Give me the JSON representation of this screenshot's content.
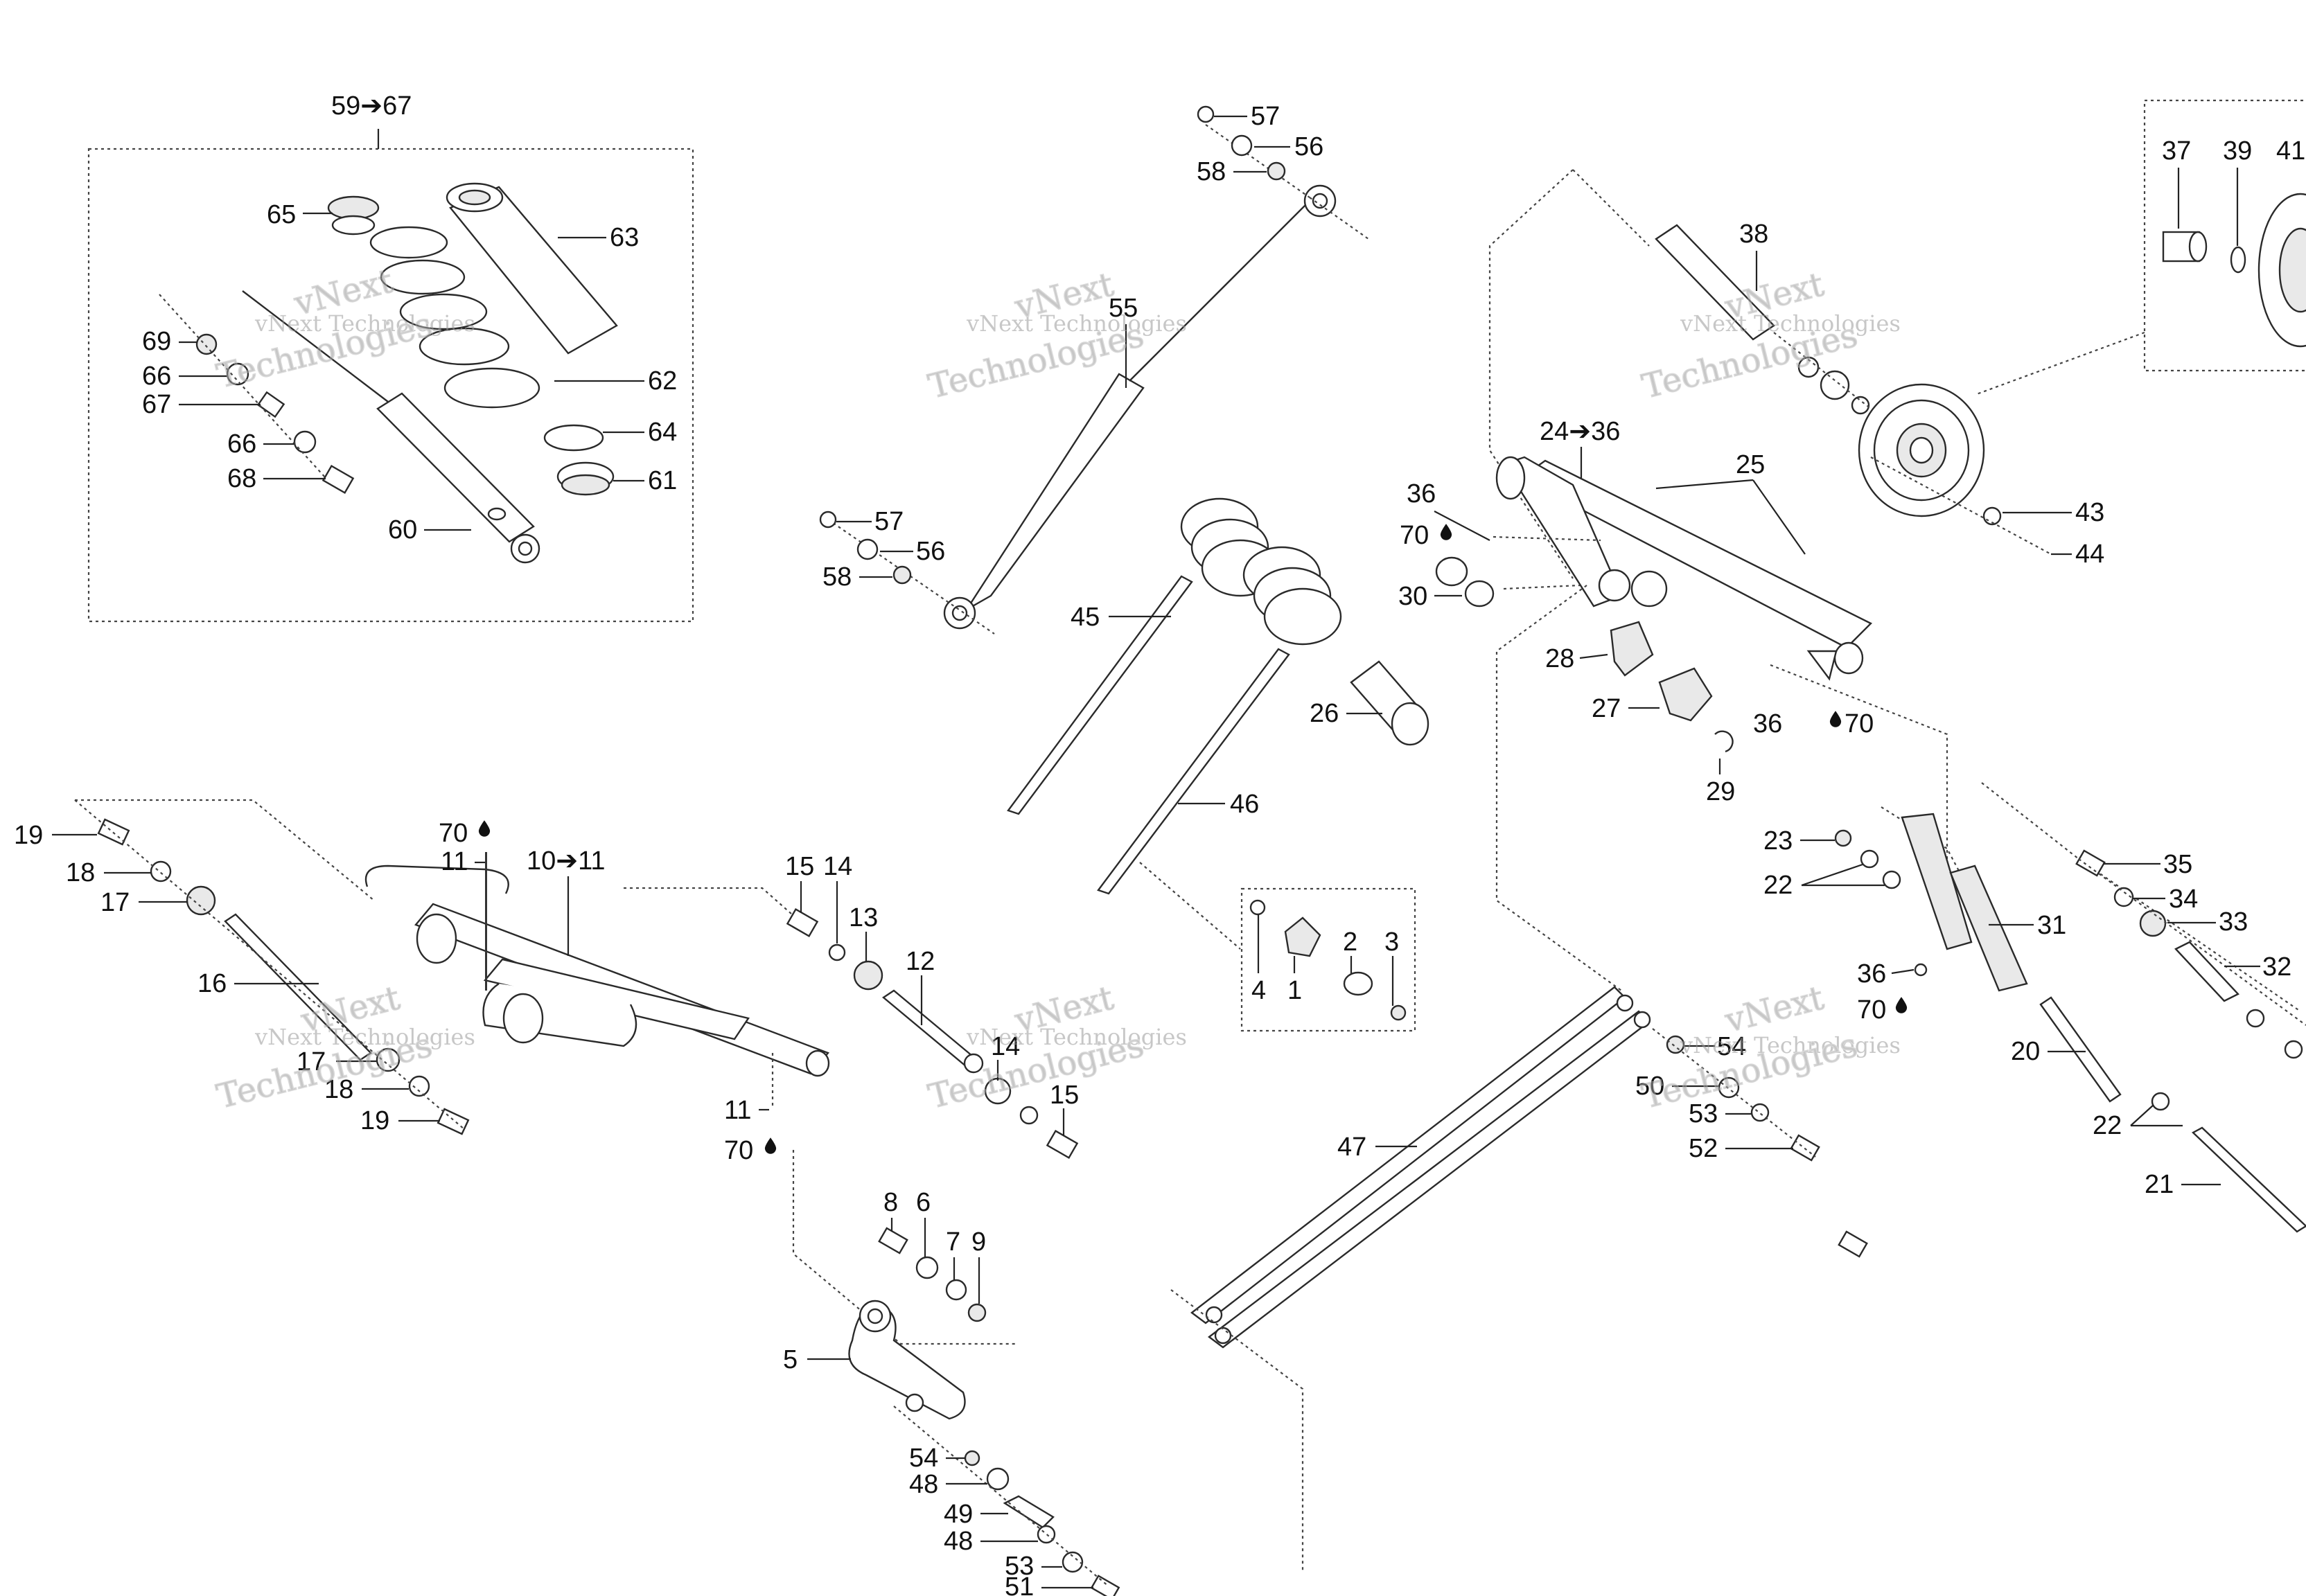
{
  "watermark": {
    "line1": "vNext Technologies",
    "line2": "vNext",
    "line3": "Technologies"
  },
  "callouts": {
    "c59_67": "59➔67",
    "c65": "65",
    "c63": "63",
    "c69": "69",
    "c66a": "66",
    "c67": "67",
    "c66b": "66",
    "c68": "68",
    "c62": "62",
    "c64": "64",
    "c61": "61",
    "c60": "60",
    "c57a": "57",
    "c56a": "56",
    "c58a": "58",
    "c55": "55",
    "c57b": "57",
    "c56b": "56",
    "c58b": "58",
    "c45": "45",
    "c26": "26",
    "c46": "46",
    "c4": "4",
    "c1": "1",
    "c2": "2",
    "c3": "3",
    "c38": "38",
    "c37": "37",
    "c39": "39",
    "c41": "41",
    "c43": "43",
    "c44": "44",
    "c24_36": "24➔36",
    "c25": "25",
    "c36a": "36",
    "c70a": "70",
    "c30": "30",
    "c28": "28",
    "c27": "27",
    "c29": "29",
    "c36b": "36",
    "c70b": "70",
    "c19a": "19",
    "c18a": "18",
    "c17a": "17",
    "c16": "16",
    "c17b": "17",
    "c18b": "18",
    "c19b": "19",
    "c70c": "70",
    "c11a": "11",
    "c10_11": "10➔11",
    "c11b": "11",
    "c70d": "70",
    "c15a": "15",
    "c14a": "14",
    "c13": "13",
    "c12": "12",
    "c14b": "14",
    "c15b": "15",
    "c8": "8",
    "c6": "6",
    "c7": "7",
    "c9": "9",
    "c5": "5",
    "c54a": "54",
    "c48a": "48",
    "c49": "49",
    "c48b": "48",
    "c53a": "53",
    "c51": "51",
    "c47": "47",
    "c54b": "54",
    "c50": "50",
    "c53b": "53",
    "c52": "52",
    "c23": "23",
    "c22a": "22",
    "c31": "31",
    "c36c": "36",
    "c70e": "70",
    "c35": "35",
    "c34": "34",
    "c33": "33",
    "c32": "32",
    "c20": "20",
    "c22b": "22",
    "c21": "21"
  }
}
